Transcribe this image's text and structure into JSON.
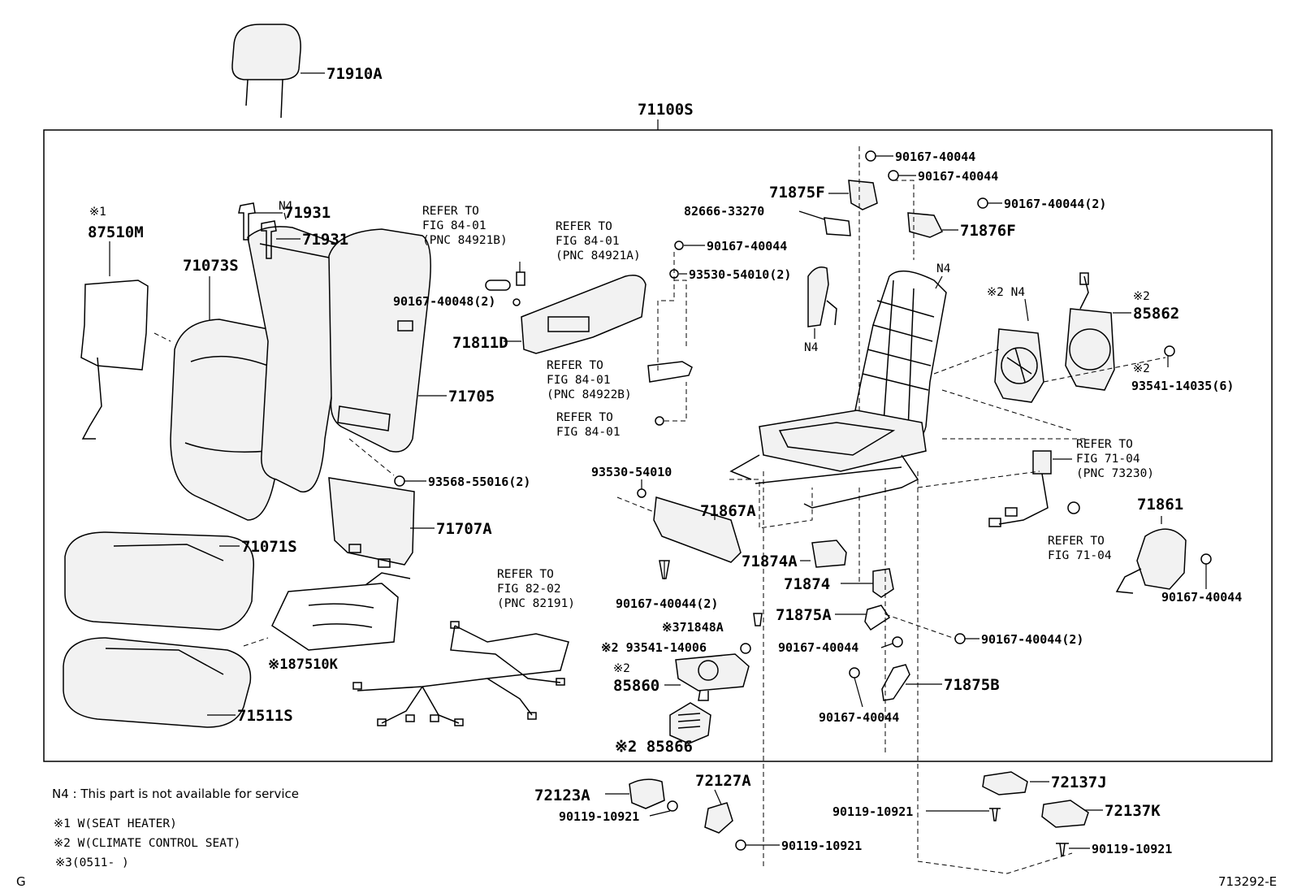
{
  "labels": {
    "p71910A": "71910A",
    "p71100S": "71100S",
    "p87510M_mark": "※1",
    "p87510M": "87510M",
    "p71931a": "71931",
    "p71931b": "71931",
    "p71073S": "71073S",
    "n4_a": "N4",
    "p71705": "71705",
    "p93568": "93568-55016(2)",
    "p71707A": "71707A",
    "p71071S": "71071S",
    "p87510K": "※187510K",
    "p71511S": "71511S",
    "p90167_40048": "90167-40048(2)",
    "p71811D": "71811D",
    "p90167_40044_a": "90167-40044",
    "p93530_2": "93530-54010(2)",
    "p82666": "82666-33270",
    "p71875F": "71875F",
    "p90167_40044_b": "90167-40044",
    "p90167_40044_c": "90167-40044",
    "p90167_40044_d": "90167-40044(2)",
    "p71876F": "71876F",
    "n4_b": "N4",
    "n4_c": "N4",
    "n4_d_mark": "※2 N4",
    "p85862_mark": "※2",
    "p85862": "85862",
    "p93541_mark": "※2",
    "p93541_6": "93541-14035(6)",
    "p93530": "93530-54010",
    "p71867A": "71867A",
    "p71874A": "71874A",
    "p71874": "71874",
    "p71875A": "71875A",
    "p90167_40044_e": "90167-40044",
    "p90167_40044_f": "90167-40044(2)",
    "p71875B": "71875B",
    "p90167_40044_g": "90167-40044",
    "p90167_40044_h": "90167-40044(2)",
    "p71848A": "※371848A",
    "p93541_14006": "※2 93541-14006",
    "p85860_mark": "※2",
    "p85860": "85860",
    "p85866": "※2 85866",
    "p71861": "71861",
    "p90167_40044_i": "90167-40044",
    "p72123A": "72123A",
    "p90119_a": "90119-10921",
    "p72127A": "72127A",
    "p90119_b": "90119-10921",
    "p72137J": "72137J",
    "p90119_c": "90119-10921",
    "p72137K": "72137K",
    "p90119_d": "90119-10921"
  },
  "refs": {
    "r1_l1": "REFER TO",
    "r1_l2": "FIG 84-01",
    "r1_l3": "(PNC 84921B)",
    "r2_l1": "REFER TO",
    "r2_l2": "FIG 84-01",
    "r2_l3": "(PNC 84921A)",
    "r3_l1": "REFER TO",
    "r3_l2": "FIG 84-01",
    "r3_l3": "(PNC 84922B)",
    "r4_l1": "REFER TO",
    "r4_l2": "FIG 84-01",
    "r5_l1": "REFER TO",
    "r5_l2": "FIG 82-02",
    "r5_l3": "(PNC 82191)",
    "r6_l1": "REFER TO",
    "r6_l2": "FIG 71-04",
    "r6_l3": "(PNC 73230)",
    "r7_l1": "REFER TO",
    "r7_l2": "FIG 71-04"
  },
  "notes": {
    "n4": "N4 : This part is not available for service",
    "mark1": "※1  W(SEAT HEATER)",
    "mark2": "※2  W(CLIMATE CONTROL SEAT)",
    "mark3": "※3(0511-      )"
  },
  "corner": {
    "left": "G",
    "right": "713292-E"
  }
}
